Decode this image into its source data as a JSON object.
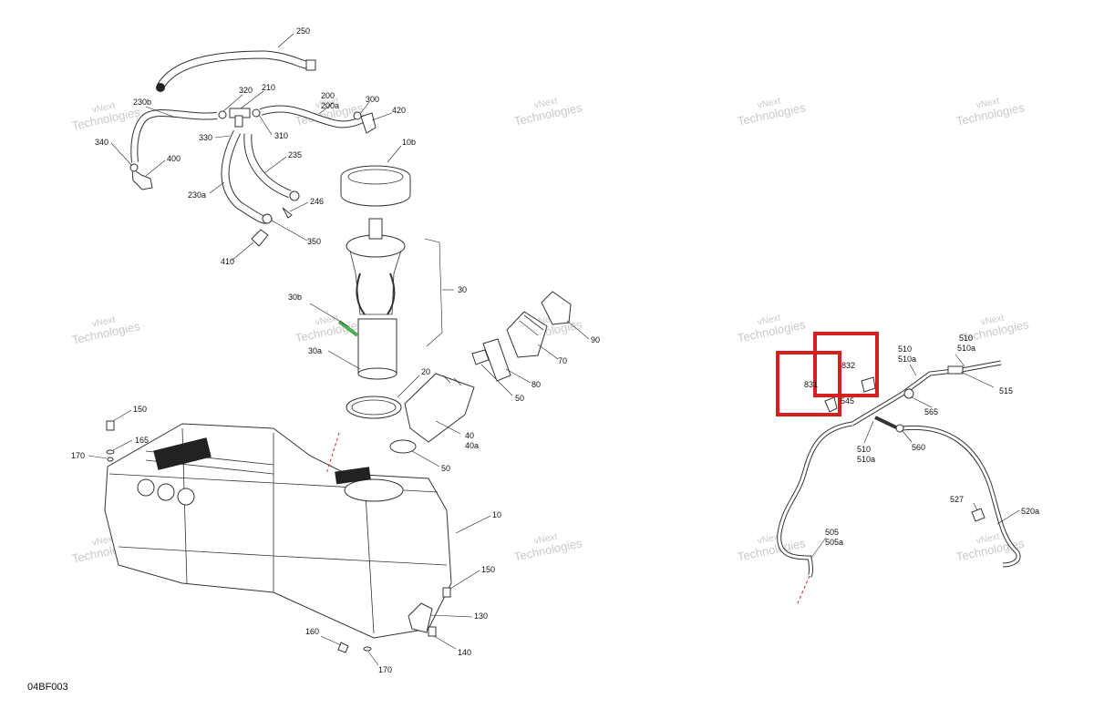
{
  "diagram": {
    "code": "04BF003",
    "watermark_line1": "vNext",
    "watermark_line2": "Technologies",
    "highlight_color": "#d62020",
    "callouts": [
      {
        "id": "c250",
        "text": "250"
      },
      {
        "id": "c230b",
        "text": "230b"
      },
      {
        "id": "c320",
        "text": "320"
      },
      {
        "id": "c210",
        "text": "210"
      },
      {
        "id": "c200",
        "text": "200"
      },
      {
        "id": "c200a",
        "text": "200a"
      },
      {
        "id": "c300",
        "text": "300"
      },
      {
        "id": "c420",
        "text": "420"
      },
      {
        "id": "c330",
        "text": "330"
      },
      {
        "id": "c310",
        "text": "310"
      },
      {
        "id": "c340",
        "text": "340"
      },
      {
        "id": "c400",
        "text": "400"
      },
      {
        "id": "c10b",
        "text": "10b"
      },
      {
        "id": "c235",
        "text": "235"
      },
      {
        "id": "c230a",
        "text": "230a"
      },
      {
        "id": "c246",
        "text": "246"
      },
      {
        "id": "c350",
        "text": "350"
      },
      {
        "id": "c410",
        "text": "410"
      },
      {
        "id": "c30",
        "text": "30"
      },
      {
        "id": "c30b",
        "text": "30b"
      },
      {
        "id": "c30a",
        "text": "30a"
      },
      {
        "id": "c90",
        "text": "90"
      },
      {
        "id": "c70",
        "text": "70"
      },
      {
        "id": "c80",
        "text": "80"
      },
      {
        "id": "c50a",
        "text": "50"
      },
      {
        "id": "c20",
        "text": "20"
      },
      {
        "id": "c40",
        "text": "40"
      },
      {
        "id": "c40a",
        "text": "40a"
      },
      {
        "id": "c50b",
        "text": "50"
      },
      {
        "id": "c150a",
        "text": "150"
      },
      {
        "id": "c165",
        "text": "165"
      },
      {
        "id": "c170a",
        "text": "170"
      },
      {
        "id": "c10",
        "text": "10"
      },
      {
        "id": "c150b",
        "text": "150"
      },
      {
        "id": "c130",
        "text": "130"
      },
      {
        "id": "c160",
        "text": "160"
      },
      {
        "id": "c140",
        "text": "140"
      },
      {
        "id": "c170b",
        "text": "170"
      },
      {
        "id": "c510a",
        "text": "510"
      },
      {
        "id": "c510a_a",
        "text": "510a"
      },
      {
        "id": "c510b",
        "text": "510"
      },
      {
        "id": "c510b_a",
        "text": "510a"
      },
      {
        "id": "c832",
        "text": "832"
      },
      {
        "id": "c831",
        "text": "831"
      },
      {
        "id": "c545",
        "text": "545"
      },
      {
        "id": "c515",
        "text": "515"
      },
      {
        "id": "c565",
        "text": "565"
      },
      {
        "id": "c510c",
        "text": "510"
      },
      {
        "id": "c510c_a",
        "text": "510a"
      },
      {
        "id": "c560",
        "text": "560"
      },
      {
        "id": "c527",
        "text": "527"
      },
      {
        "id": "c520a",
        "text": "520a"
      },
      {
        "id": "c505",
        "text": "505"
      },
      {
        "id": "c505a",
        "text": "505a"
      }
    ]
  }
}
